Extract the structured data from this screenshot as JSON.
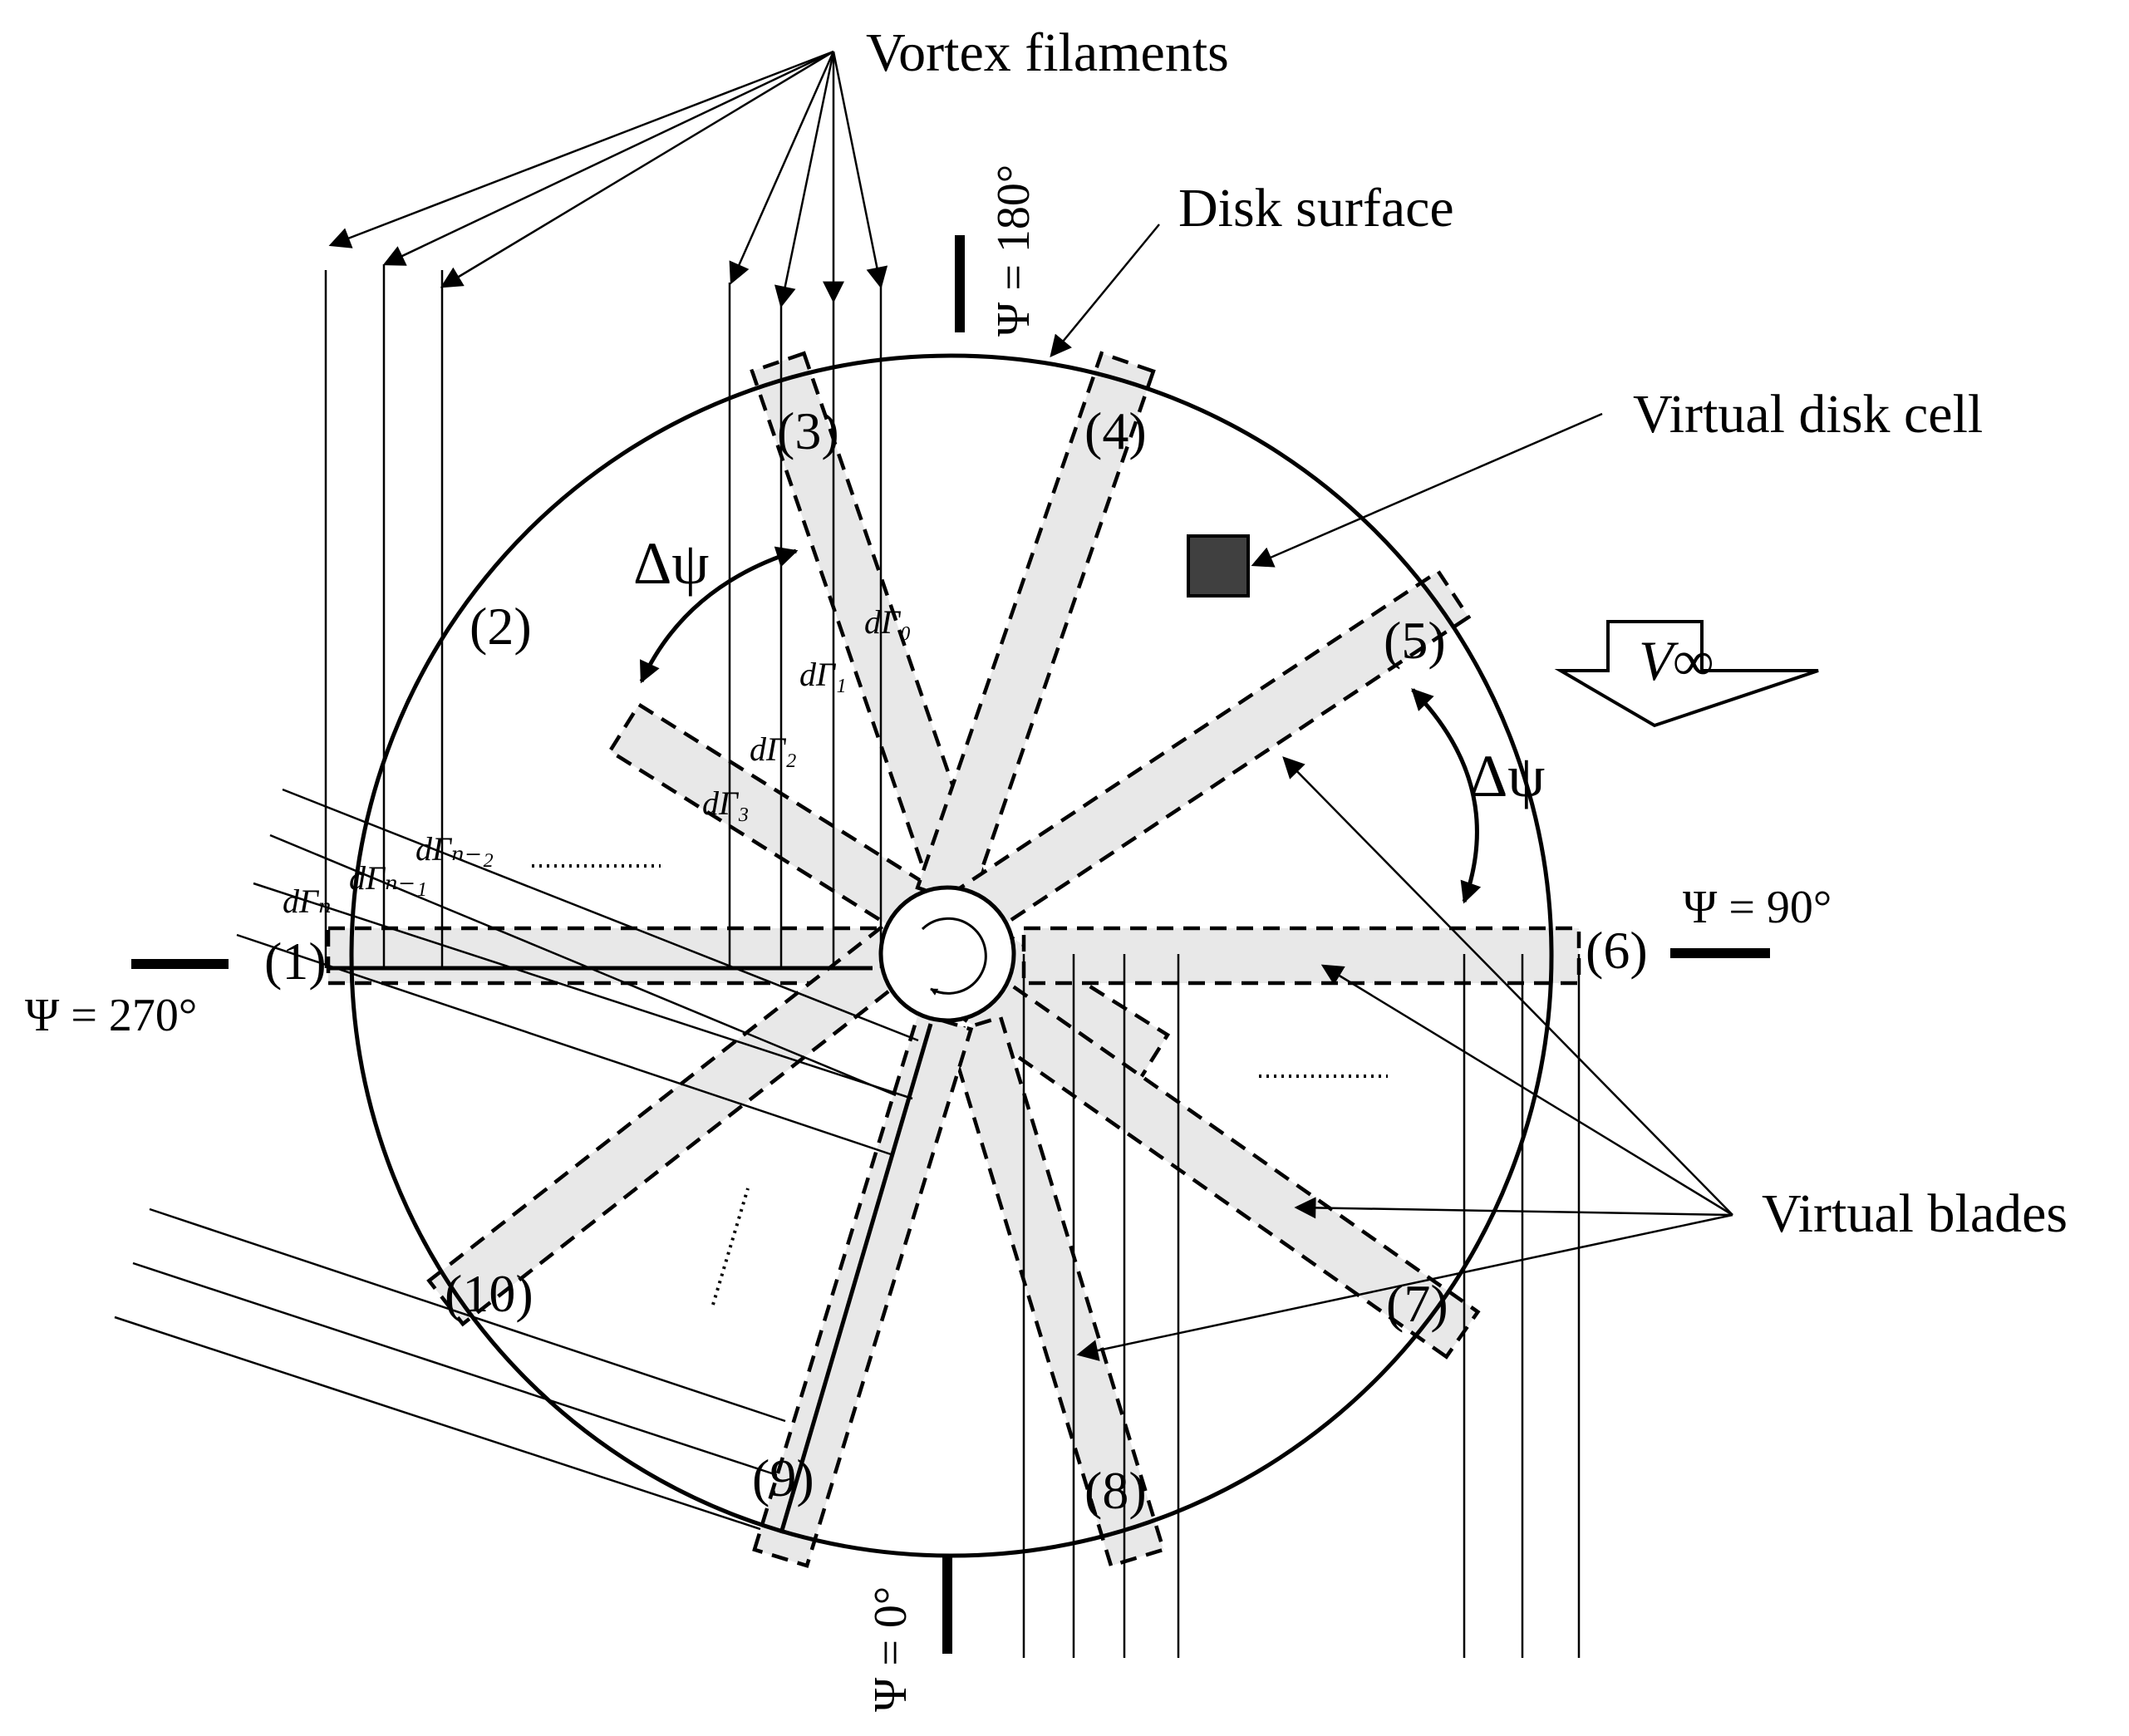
{
  "labels": {
    "vortex_filaments": "Vortex filaments",
    "disk_surface": "Disk surface",
    "virtual_disk_cell": "Virtual disk cell",
    "virtual_blades": "Virtual blades",
    "v_inf": "V∞",
    "delta_psi": "Δψ",
    "psi_180": "Ψ = 180°",
    "psi_90": "Ψ = 90°",
    "psi_270": "Ψ = 270°",
    "psi_0": "Ψ = 0°",
    "ellipsis": "............."
  },
  "blades": [
    {
      "id": 1,
      "label": "(1)"
    },
    {
      "id": 2,
      "label": "(2)"
    },
    {
      "id": 3,
      "label": "(3)"
    },
    {
      "id": 4,
      "label": "(4)"
    },
    {
      "id": 5,
      "label": "(5)"
    },
    {
      "id": 6,
      "label": "(6)"
    },
    {
      "id": 7,
      "label": "(7)"
    },
    {
      "id": 8,
      "label": "(8)"
    },
    {
      "id": 9,
      "label": "(9)"
    },
    {
      "id": 10,
      "label": "(10)"
    }
  ],
  "circulation_labels": {
    "g0": "dΓ₀",
    "g1": "dΓ₁",
    "g2": "dΓ₂",
    "g3": "dΓ₃",
    "gn2": "dΓₙ₋₂",
    "gn1": "dΓₙ₋₁",
    "gn": "dΓₙ"
  },
  "colors": {
    "blade_fill": "#e8e8e8",
    "disk_cell": "#404040",
    "line": "#000000"
  }
}
